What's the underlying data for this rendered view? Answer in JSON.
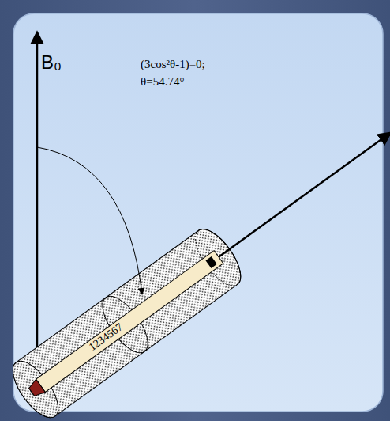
{
  "diagram": {
    "labels": [
      "B₀",
      "(3cos²θ-1)=0;",
      "θ=54.74°",
      "1234567"
    ]
  }
}
